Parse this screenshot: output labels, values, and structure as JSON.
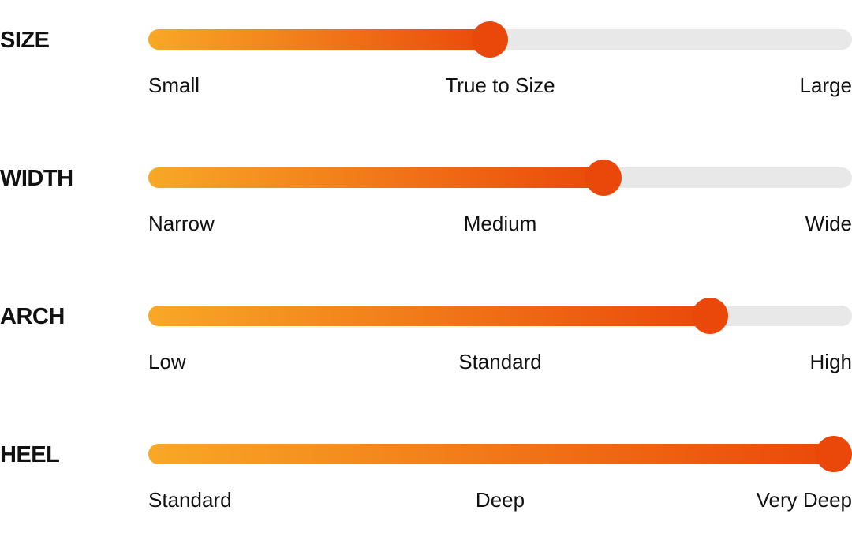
{
  "colors": {
    "start": "#f8a827",
    "end": "#ea480a",
    "track": "#e8e8e8"
  },
  "rows": [
    {
      "title": "SIZE",
      "value_percent": 48.5,
      "labels": [
        "Small",
        "True to Size",
        "Large"
      ]
    },
    {
      "title": "WIDTH",
      "value_percent": 65.5,
      "labels": [
        "Narrow",
        "Medium",
        "Wide"
      ]
    },
    {
      "title": "ARCH",
      "value_percent": 81.5,
      "labels": [
        "Low",
        "Standard",
        "High"
      ]
    },
    {
      "title": "HEEL",
      "value_percent": 100,
      "labels": [
        "Standard",
        "Deep",
        "Very Deep"
      ]
    }
  ]
}
